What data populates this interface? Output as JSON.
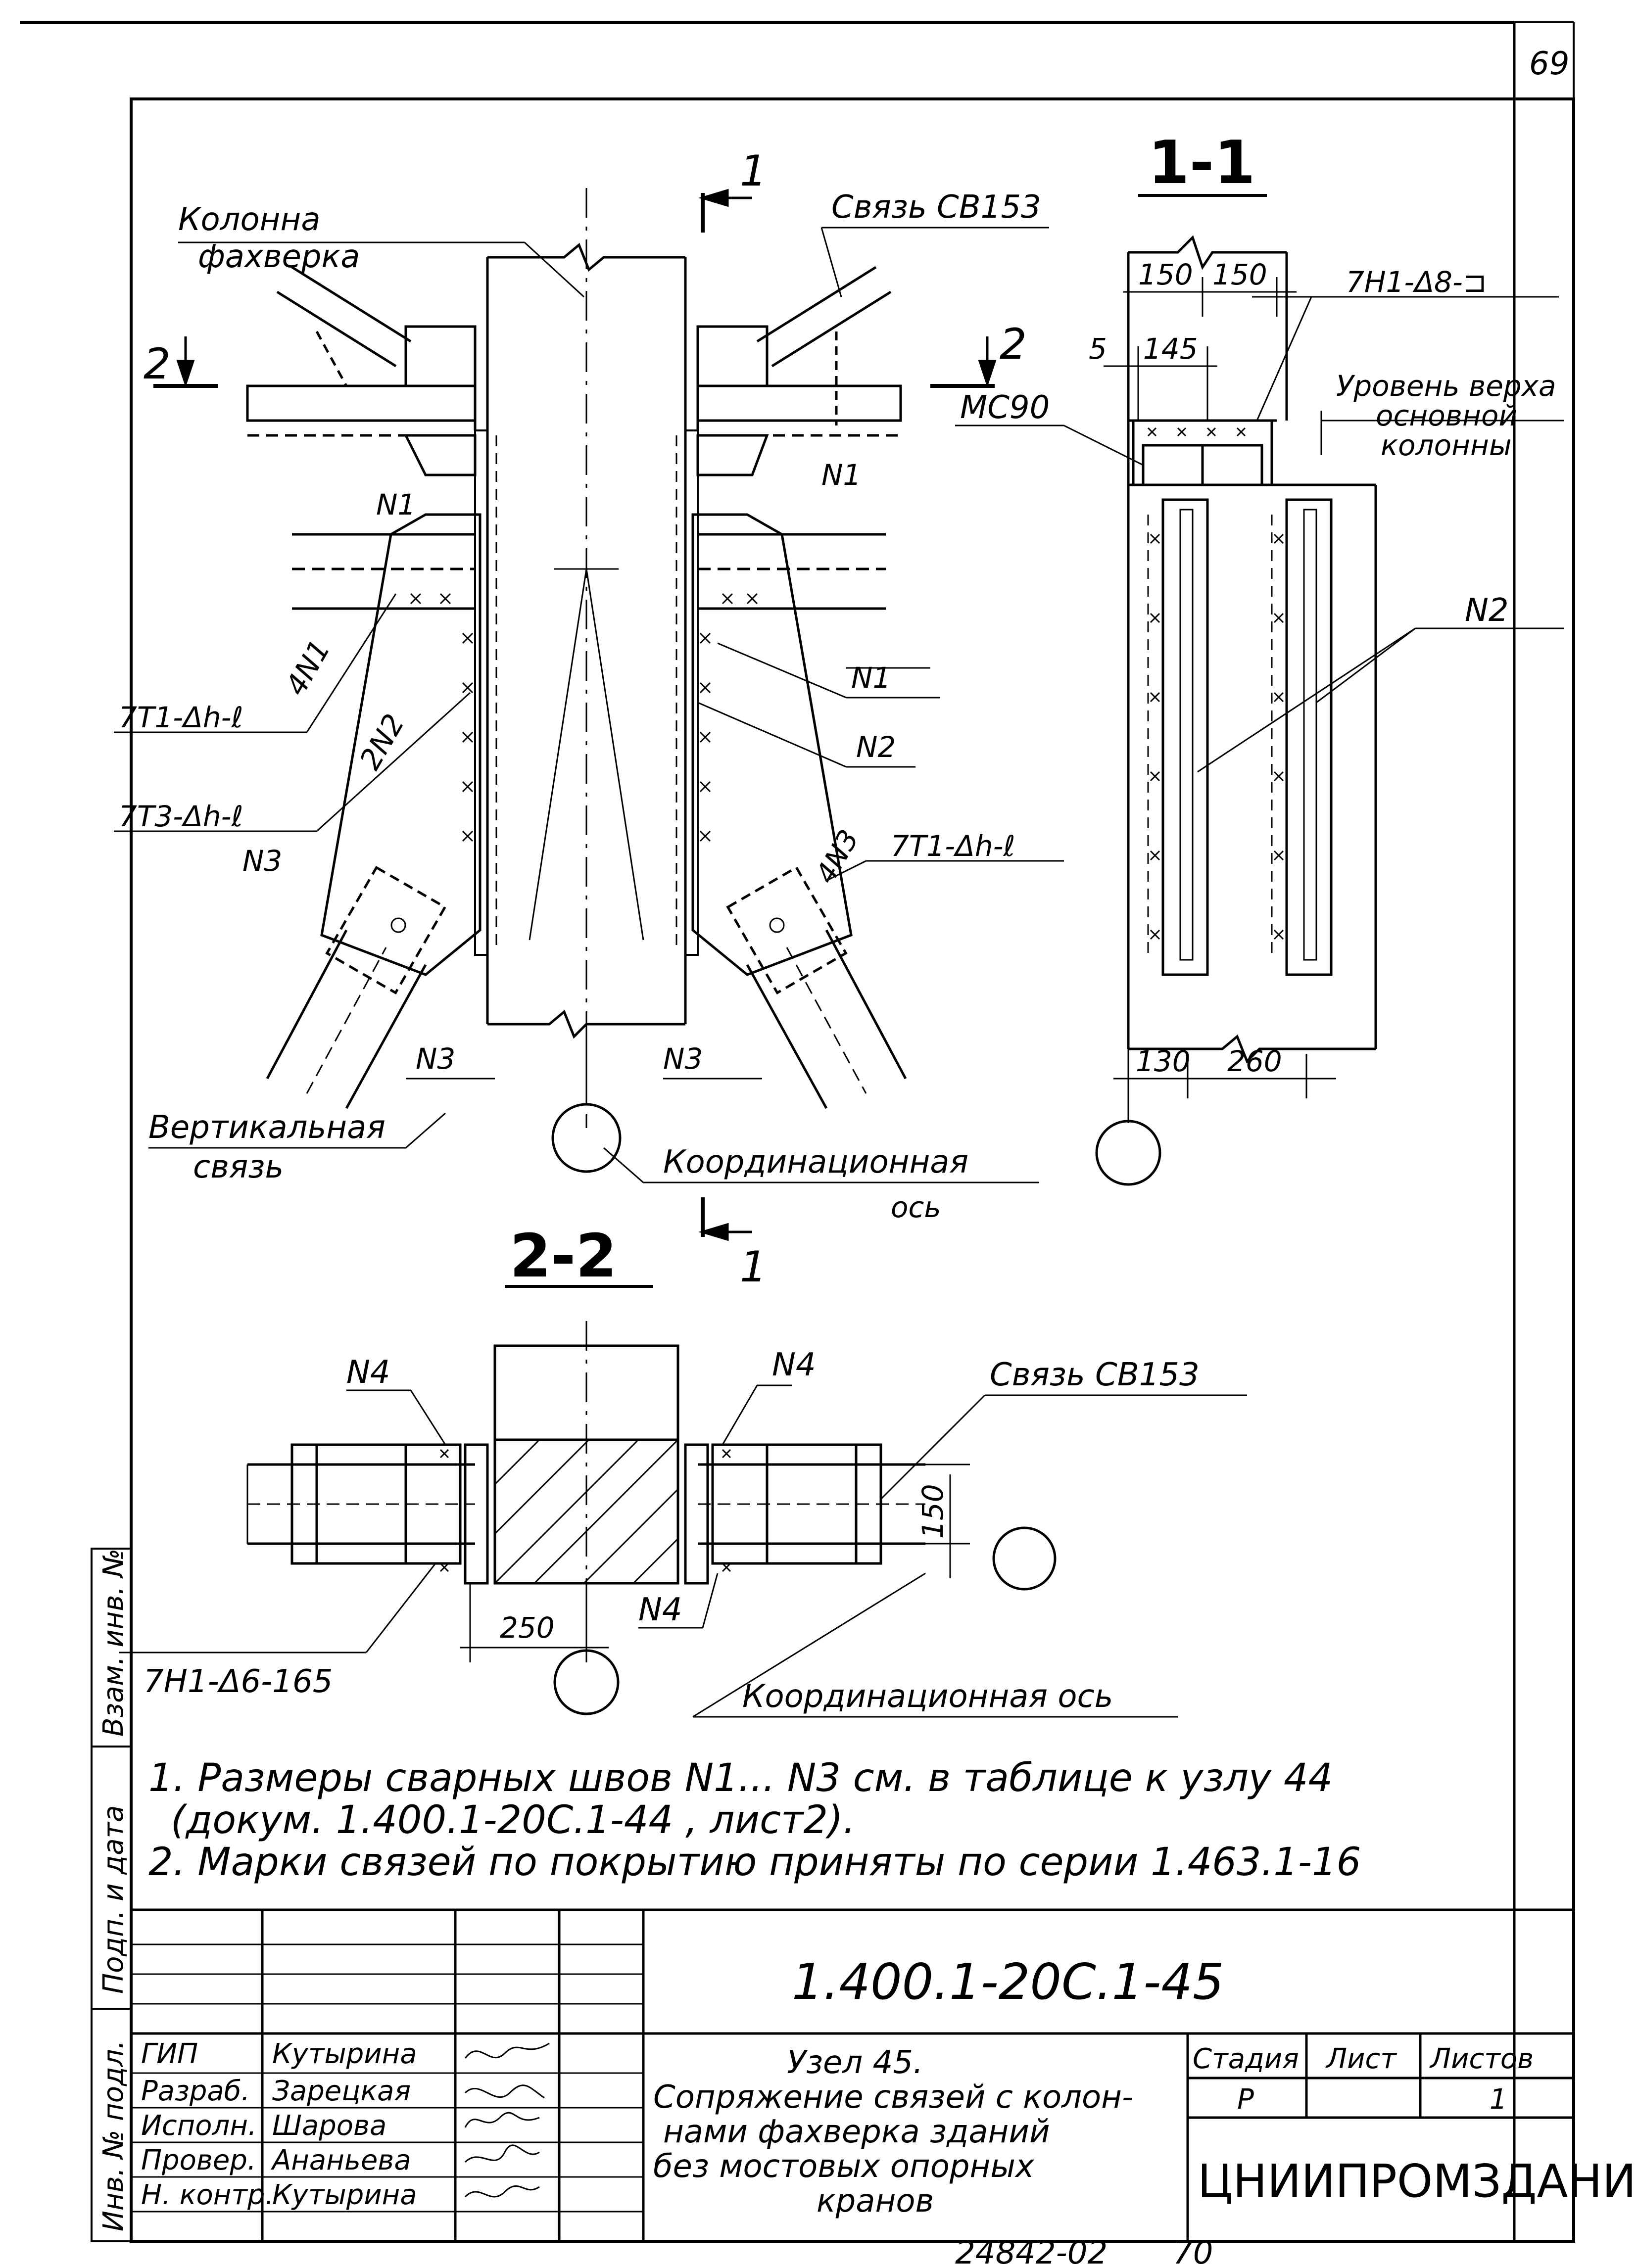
{
  "page_number": "69",
  "section_1_1": {
    "title": "1-1",
    "arrow_label_top": "1",
    "arrow_label_bottom": "1"
  },
  "section_2_2": {
    "title": "2-2",
    "arrow_label": "2"
  },
  "main_view": {
    "column_label_line1": "Колонна",
    "column_label_line2": "фахверка",
    "brace_label": "Связь СВ153",
    "weld_marks": [
      "N1",
      "N1",
      "N1",
      "4N1",
      "2N2",
      "N2",
      "N3",
      "4N3",
      "N3",
      "N3"
    ],
    "weld_symbols": [
      "7Т1-Δh-ℓ",
      "7Т3-Δh-ℓ",
      "7Т1-Δh-ℓ"
    ],
    "vertical_brace_line1": "Вертикальная",
    "vertical_brace_line2": "связь",
    "axis_label_line1": "Координационная",
    "axis_label_line2": "ось"
  },
  "section_view_1_1": {
    "dims_top": [
      "150",
      "150"
    ],
    "dim_inner": "145",
    "dim_edge": "5",
    "weld_symbol": "7Н1-Δ8-⊐",
    "channel": "МС90",
    "level_line1": "Уровень верха",
    "level_line2": "основной",
    "level_line3": "колонны",
    "weld_mark": "N2",
    "dims_bottom": [
      "130",
      "260"
    ]
  },
  "section_view_2_2": {
    "weld_marks": [
      "N4",
      "N4",
      "N4"
    ],
    "brace_label": "Связь СВ153",
    "dim_right": "150",
    "dim_bottom": "250",
    "weld_symbol": "7Н1-Δ6-165",
    "axis_label": "Координационная ось"
  },
  "notes": [
    "1. Размеры сварных швов N1... N3 см. в таблице к узлу 44",
    "(докум. 1.400.1-20С.1-44 , лист2).",
    "2. Марки связей по покрытию приняты по серии 1.463.1-16"
  ],
  "side_stamp": [
    "Инв. № подл.",
    "Подп. и дата",
    "Взам. инв. №"
  ],
  "title_block": {
    "doc_code": "1.400.1-20С.1-45",
    "title_lines": [
      "Узел 45.",
      "Сопряжение связей с колон-",
      "нами фахверка зданий",
      "без мостовых опорных",
      "кранов"
    ],
    "roles": [
      "ГИП",
      "Разраб.",
      "Исполн.",
      "Провер.",
      "Н. контр."
    ],
    "names": [
      "Кутырина",
      "Зарецкая",
      "Шарова",
      "Ананьева",
      "Кутырина"
    ],
    "stage_header": "Стадия",
    "sheet_header": "Лист",
    "sheets_header": "Листов",
    "stage": "Р",
    "sheet": "",
    "sheets": "1",
    "organization": "ЦНИИПРОМЗДАНИЙ"
  },
  "footer": {
    "inventory": "24842-02",
    "page": "70"
  }
}
